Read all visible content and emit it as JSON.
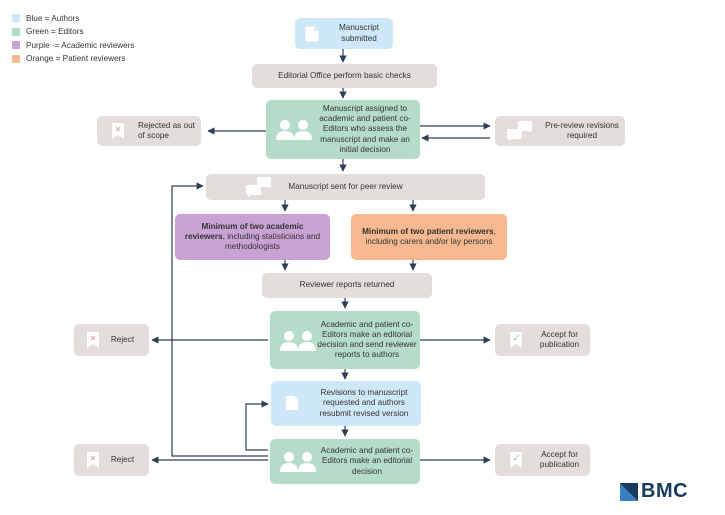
{
  "legend": [
    {
      "label": "Blue = Authors",
      "color": "#cfe8f8"
    },
    {
      "label": "Green = Editors",
      "color": "#b5dcc8"
    },
    {
      "label": "Purple -= Academic reviewers",
      "color": "#c8a2d2"
    },
    {
      "label": "Orange =  Patient reviewers",
      "color": "#f6b88f"
    }
  ],
  "nodes": {
    "manuscript_submitted": "Manuscript submitted",
    "basic_checks": "Editorial Office perform basic checks",
    "assigned": "Manuscript assigned to academic and patient co-Editors who assess the manuscript and make an initial decision",
    "rejected_scope": "Rejected as out of scope",
    "pre_review": "Pre-review revisions required",
    "sent_peer_review": "Manuscript sent for peer review",
    "academic_bold": "Minimum of two academic reviewers",
    "academic_rest": ", including statisticians and methodologists",
    "patient_bold": "Minimum of two patient reviewers",
    "patient_rest": ", including carers and/or lay persons",
    "reports_returned": "Reviewer reports returned",
    "decision_send": "Academic and patient co-Editors make an editorial decision and send reviewer reports to authors",
    "reject_1": "Reject",
    "accept_1": "Accept for publication",
    "revisions": "Revisions to manuscript requested and authors resubmit revised version",
    "decision_final": "Academic and patient co-Editors make an editorial decision",
    "reject_2": "Reject",
    "accept_2": "Accept for publication"
  },
  "logo": {
    "text": "BMC"
  },
  "icons": [
    "document-icon",
    "people-icon",
    "rejected-document-icon",
    "speech-bubbles-icon",
    "accepted-document-icon",
    "bmc-logo-icon"
  ],
  "colors": {
    "arrow": "#2d3e55",
    "grey": "#e3dedb",
    "blue": "#cfe8f8",
    "green": "#b5dcc8",
    "purple": "#c8a2d2",
    "orange": "#f6b88f"
  }
}
